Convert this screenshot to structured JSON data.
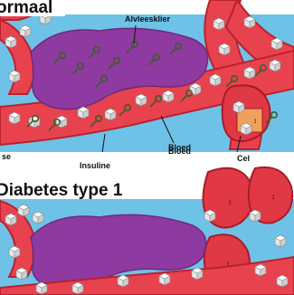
{
  "panel_top": {
    "title": "ormaal",
    "labels": {
      "pancreas": "Alvleesklier",
      "blood": "Bloed",
      "insulin": "Insuline",
      "cell": "Cel",
      "glucose_partial": "se"
    }
  },
  "panel_bottom": {
    "title": "Diabetes type 1"
  },
  "colors": {
    "background": "#6ec2e8",
    "vessel": "#e8424e",
    "vessel_dark": "#b8232f",
    "pancreas": "#8e3aa0",
    "sugar_cube": "#ffffff",
    "insulin": "#3f5d2a",
    "cell": "#e03845"
  }
}
